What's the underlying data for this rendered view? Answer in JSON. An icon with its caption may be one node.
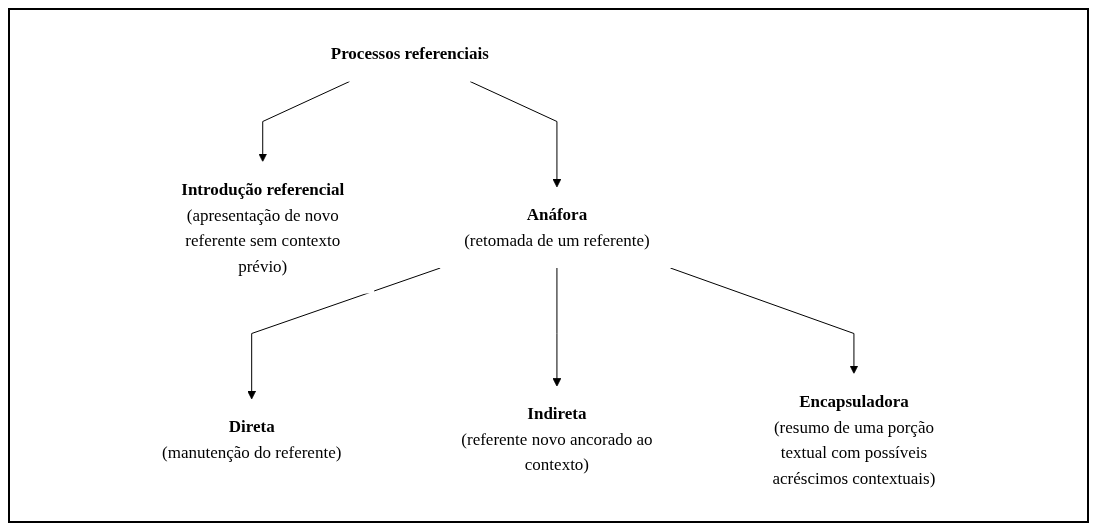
{
  "diagram": {
    "nodes": [
      {
        "text": [
          "Processos referenciais"
        ]
      },
      {
        "text": [
          "Introdução referencial",
          "(apresentação de novo referente sem contexto prévio)"
        ]
      },
      {
        "text": [
          "Anáfora",
          "(retomada de um referente)"
        ]
      },
      {
        "text": [
          "Direta",
          "(manutenção do referente)"
        ]
      },
      {
        "text": [
          "Indireta",
          "(referente novo ancorado ao contexto)"
        ]
      },
      {
        "text": [
          "Encapsuladora",
          "(resumo de uma porção textual com possíveis acréscimos contextuais)"
        ]
      }
    ],
    "edges": [
      {
        "from": 0,
        "to": 1,
        "arrow": "to"
      },
      {
        "from": 0,
        "to": 2,
        "arrow": "to"
      },
      {
        "from": 2,
        "to": 3,
        "arrow": "to"
      },
      {
        "from": 2,
        "to": 4,
        "arrow": "to"
      },
      {
        "from": 2,
        "to": 5,
        "arrow": "to"
      }
    ]
  }
}
